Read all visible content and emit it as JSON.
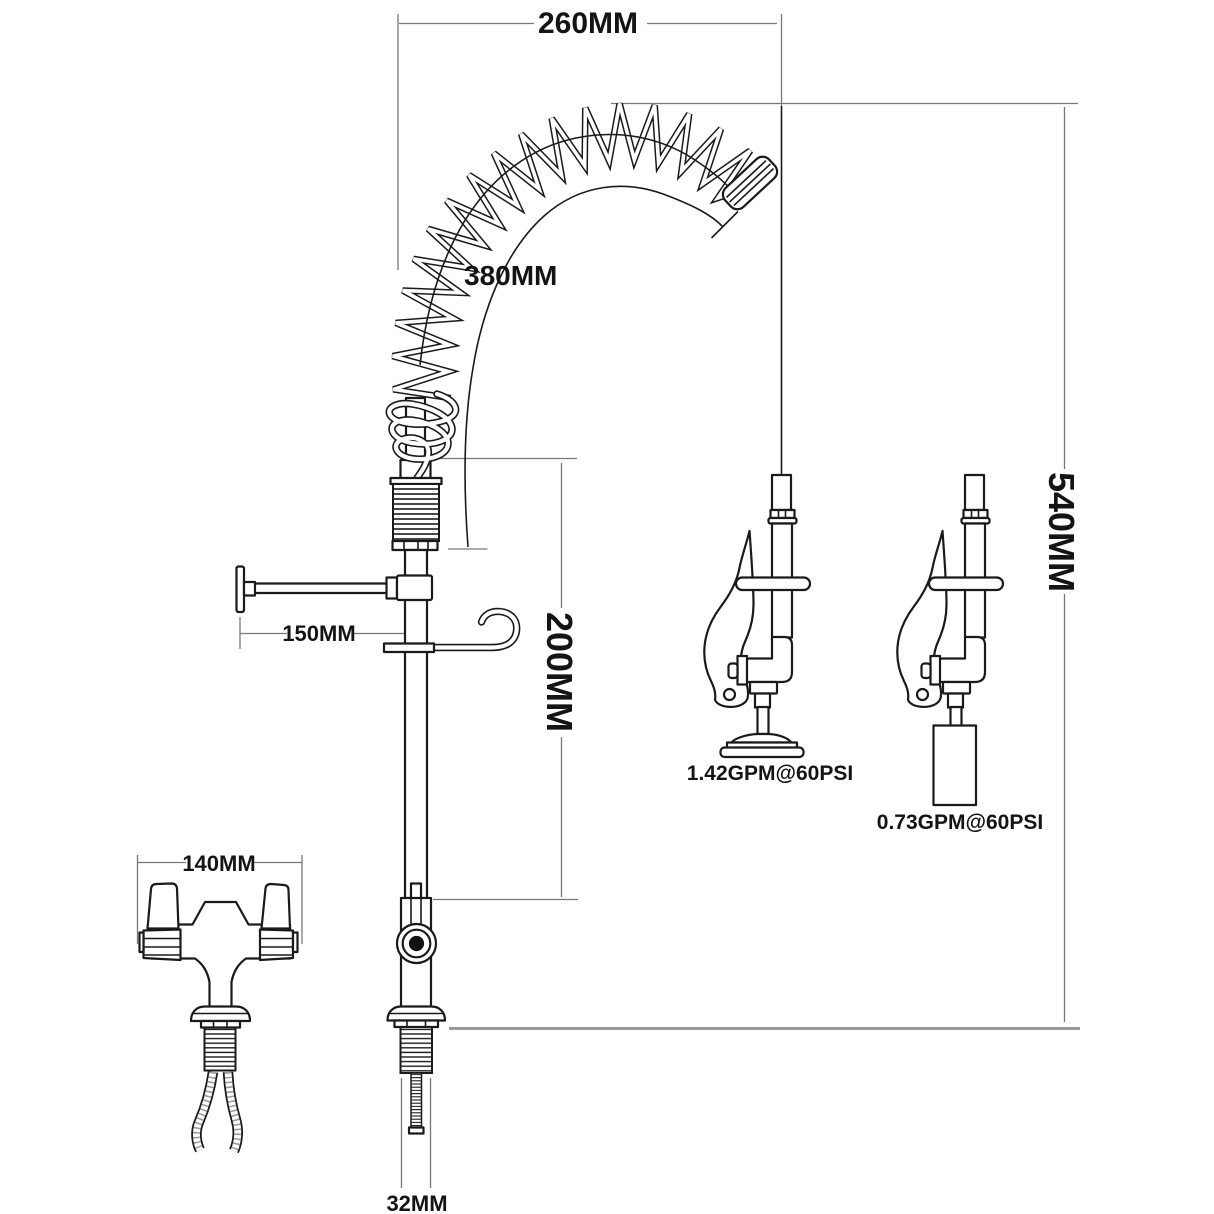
{
  "drawing": {
    "background": "#ffffff",
    "line_color": "#1a1a1a",
    "dimension_line_color": "#787878",
    "dimensions": {
      "hose_arc_width": "260MM",
      "hose_length": "380MM",
      "overall_height": "540MM",
      "riser_height": "200MM",
      "wall_bracket_reach": "150MM",
      "faucet_body_width": "140MM",
      "shank_diameter": "32MM"
    },
    "flow_ratings": {
      "spray_valve": "1.42GPM@60PSI",
      "spout_nozzle": "0.73GPM@60PSI"
    }
  }
}
